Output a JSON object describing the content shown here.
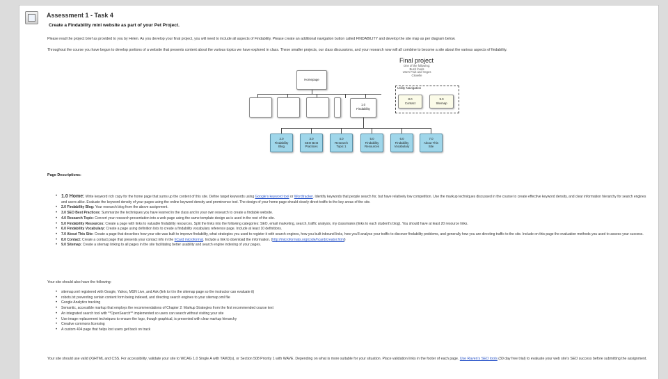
{
  "header": {
    "title": "Assessment 1 - Task 4",
    "subtitle": "Create a Findability mini website as part of your Pet Project."
  },
  "intro": {
    "p1": "Please read the project brief as provided to you by Helen.  As you develop your final project, you will need to include all aspects of Findability. Please create an additional navigation button called FINDABILITY and develop the site map as per diagram below.",
    "p2": "Throughout the course you have begun to develop portions of a website that presents content about the various topics we have explored in class. These smaller projects, our class discussions, and your research now will all combine to become a site about the various aspects of findability."
  },
  "diagram": {
    "final_project": "Final project",
    "final_sub": [
      "One of the following:",
      "Bush foods",
      "Use's Fruit and Veges",
      "Clovelle"
    ],
    "homepage": "Homepage",
    "utility_nav": "Utility Navigation",
    "findability": [
      "1.0",
      "Findability"
    ],
    "contact": [
      "8.0",
      "Contact"
    ],
    "sitemap": [
      "9.0",
      "Sitemap"
    ],
    "children": [
      [
        "2.0",
        "Findability",
        "Blog"
      ],
      [
        "3.0",
        "SEO Best",
        "Practices"
      ],
      [
        "4.0",
        "Research",
        "Topic 1"
      ],
      [
        "5.0",
        "Findability",
        "Resources"
      ],
      [
        "6.0",
        "Findability",
        "Vocabulary"
      ],
      [
        "7.0",
        "About This",
        "Site"
      ]
    ]
  },
  "page_descriptions": {
    "heading": "Page Descriptions:",
    "items": [
      {
        "label": "1.0 Home:",
        "pre": "Write keyword rich copy for the home page that sums up the content of this site. Define target keywords using ",
        "link1": "Google's keyword tool",
        "mid": " or ",
        "link2": "Wordtracker",
        "post": ". Identify keywords that people search for, but have relatively low competition. Use the markup techniques discussed in the course to create effective keyword density, and clear information hierarchy for search engines and users alike. Evaluate the keyword density of your pages using the online keyword density and prominence tool. The design of your home page should clearly direct traffic to the key areas of the site."
      },
      {
        "label": "2.0 Findability Blog:",
        "text": "Your research blog from the above assignment."
      },
      {
        "label": "3.0 SEO Best Practices:",
        "text": "Summarize the techniques you have learned in the class and in your own research to create a findable website."
      },
      {
        "label": "4.0 Research Topic:",
        "text": "Convert your research presentation into a web page using the same template design as is used in the rest of the site."
      },
      {
        "label": "5.0 Findability Resources:",
        "text": "Create a page with links to valuable findability resources. Split the links into the following categories: SEO, email marketing, search, traffic analysis, my classmates (links to each student's blog). You should have at least 20 resource links."
      },
      {
        "label": "6.0 Findability Vocabulary:",
        "text": "Create a page using definition lists to create a findability vocabulary reference page. Include at least 10 definitions."
      },
      {
        "label": "7.0 About This Site:",
        "text": "Create a page that describes how your site was built to improve findability, what strategies you used to register it with search engines, how you built inbound links, how you'll analyse your traffic to discover findability problems, and generally how you are directing traffic to the site. Include on this page the evaluation methods you used to assess your success."
      },
      {
        "label": "8.0 Contact:",
        "pre": "Create a contact page that presents your contact info in the ",
        "link1": "hCard microformat",
        "mid": ". Include a link to download the information. (",
        "link2": "http://microformats.org/code/hcard/creator.html",
        "post": ")"
      },
      {
        "label": "9.0 Sitemap:",
        "text": "Create a sitemap linking to all pages in the site facilitating better usability and search engine indexing of your pages."
      }
    ]
  },
  "also": {
    "intro": "Your site should also have the following:",
    "items": [
      "sitemap.xml registered with Google, Yahoo, MSN Live, and Ask (link to it in the sitemap page so the instructor can evaluate it)",
      "robots.txt preventing certain content form being indexed, and directing search engines to your sitemap.xml file",
      "Google Analytics tracking",
      "Semantic, accessible markup that employs the recommendations of Chapter 2: Markup Strategies from the first recommended course text",
      "An integrated search tool with **OpenSearch** implemented so users can search without visiting your site",
      "Use image replacement techniques to ensure the logo, though graphical, is presented with clear markup hierarchy",
      "Creative commons licensing",
      "A custom 404 page that helps lost users get back on track"
    ]
  },
  "footer": {
    "pre": "Your site should use valid (X)HTML and CSS. For accessibility, validate your site to WCAG 1.0 Single A with TAW3(s), or Section 508 Priority 1 with WAVE. Depending on what is more suitable for your situation. Place validation links in the footer of each page. ",
    "link": "Use Raven's SEO tools",
    "post": " (30 day free trial) to evaluate your web site's SEO success before submitting the assignment."
  }
}
